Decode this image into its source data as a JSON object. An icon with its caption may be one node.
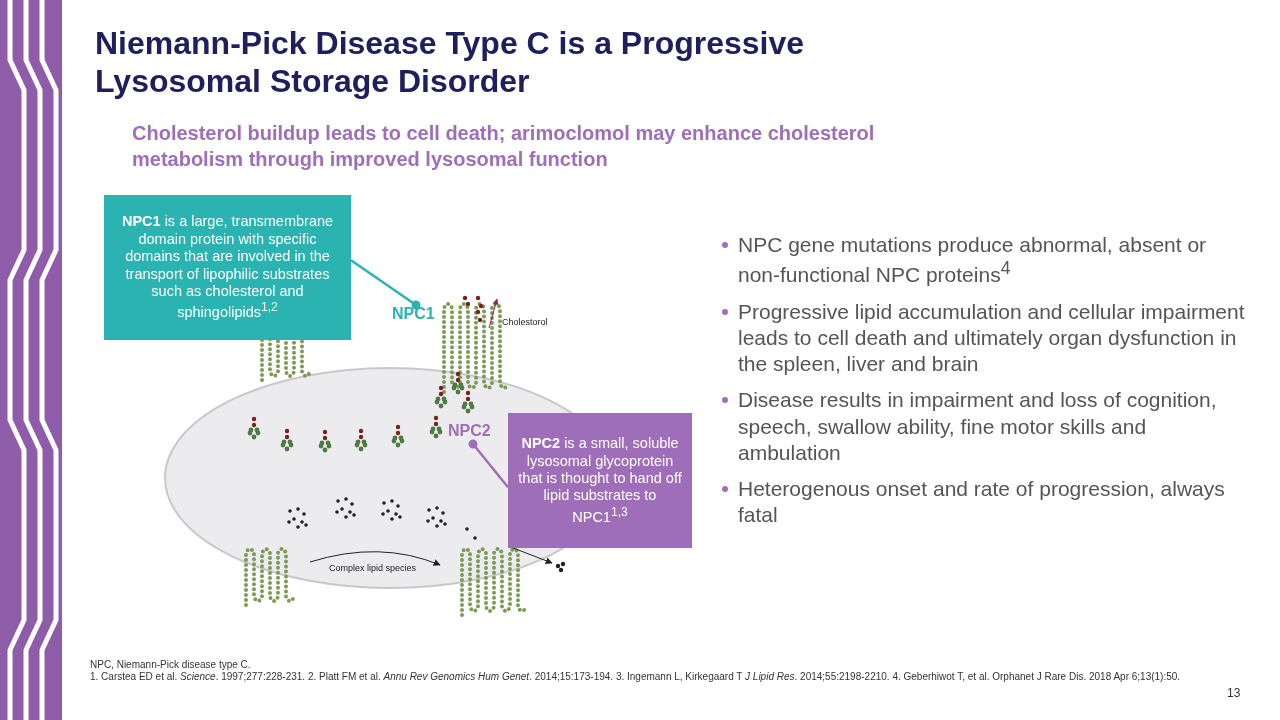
{
  "diagram": {
    "title": "Niemann-Pick Disease Type C is a Progressive Lysosomal Storage Disorder",
    "nodes": [
      {
        "text": [
          "**NPC1** is a large, transmembrane domain protein with specific domains that are involved in the transport of lipophilic substrates such as cholesterol and sphingolipids$^{1,2}$"
        ]
      },
      {
        "text": [
          "NPC1"
        ]
      },
      {
        "text": [
          "NPC2"
        ]
      },
      {
        "text": [
          "**NPC2** is a small, soluble lysosomal glycoprotein that is thought to hand off lipid substrates to NPC1$^{1,3}$"
        ]
      }
    ],
    "edges": [
      {
        "from": 0,
        "to": 1,
        "arrow": "other",
        "color": "#2bb3b1"
      },
      {
        "from": 3,
        "to": 2,
        "arrow": "other",
        "color": "#9e6fb8"
      }
    ],
    "labels": [
      "Cholesterol buildup leads to cell death; arimoclomol may enhance cholesterol metabolism through improved lysosomal function",
      "Cholestorol",
      "Complex lipid species",
      "NPC gene mutations produce abnormal, absent or non-functional NPC proteins$^{4}$",
      "Progressive lipid accumulation and cellular impairment leads to cell death and ultimately organ dysfunction in the spleen, liver and brain",
      "Disease results in impairment and loss of cognition, speech, swallow ability, fine motor skills and ambulation",
      "Heterogenous onset and rate of progression, always fatal",
      "NPC, Niemann-Pick disease type C.",
      "1. Carstea ED et al. *Science*. 1997;277:228-231. 2. Platt FM et al. *Annu Rev Genomics Hum Genet*. 2014;15:173-194. 3. Ingemann L, Kirkegaard T *J Lipid Res*. 2014;55:2198-2210. 4. Geberhiwot T, et al. Orphanet J Rare Dis. 2018 Apr 6;13(1):50.",
      "13"
    ]
  }
}
